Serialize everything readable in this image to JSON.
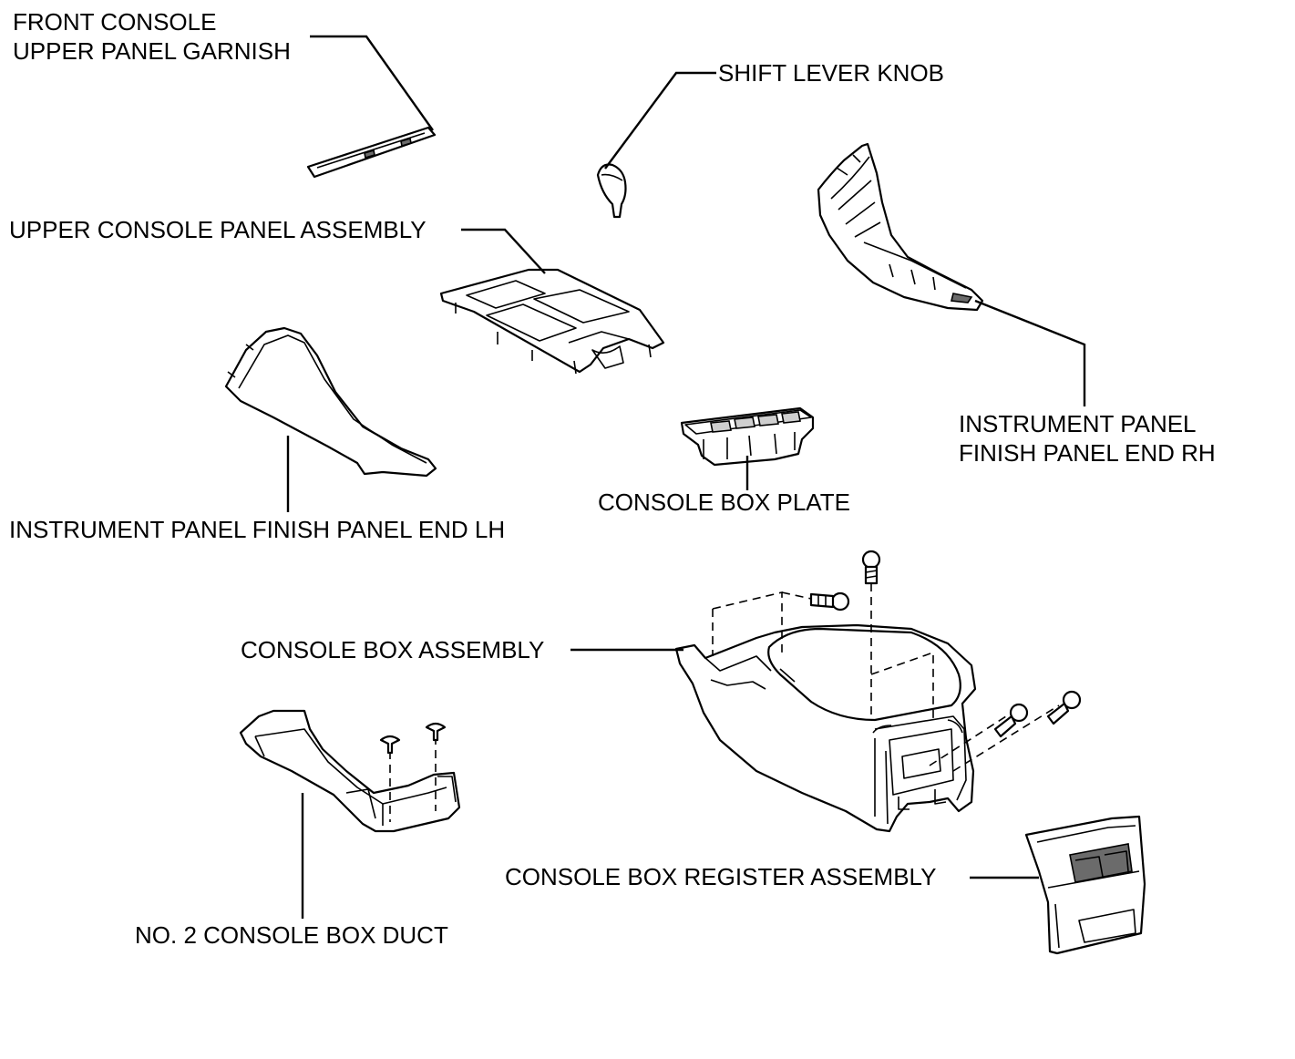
{
  "labels": {
    "front_console_garnish": [
      "FRONT CONSOLE",
      "UPPER PANEL GARNISH"
    ],
    "shift_lever_knob": "SHIFT LEVER KNOB",
    "upper_console_panel": "UPPER CONSOLE PANEL ASSEMBLY",
    "finish_panel_end_rh": [
      "INSTRUMENT PANEL",
      "FINISH PANEL END RH"
    ],
    "console_box_plate": "CONSOLE BOX PLATE",
    "finish_panel_end_lh": "INSTRUMENT PANEL FINISH PANEL END LH",
    "console_box_assembly": "CONSOLE BOX ASSEMBLY",
    "console_box_register": "CONSOLE BOX REGISTER ASSEMBLY",
    "no2_console_box_duct": "NO. 2 CONSOLE BOX DUCT"
  },
  "colors": {
    "line": "#000000",
    "background": "#ffffff",
    "shading": "#6b6b6b"
  }
}
